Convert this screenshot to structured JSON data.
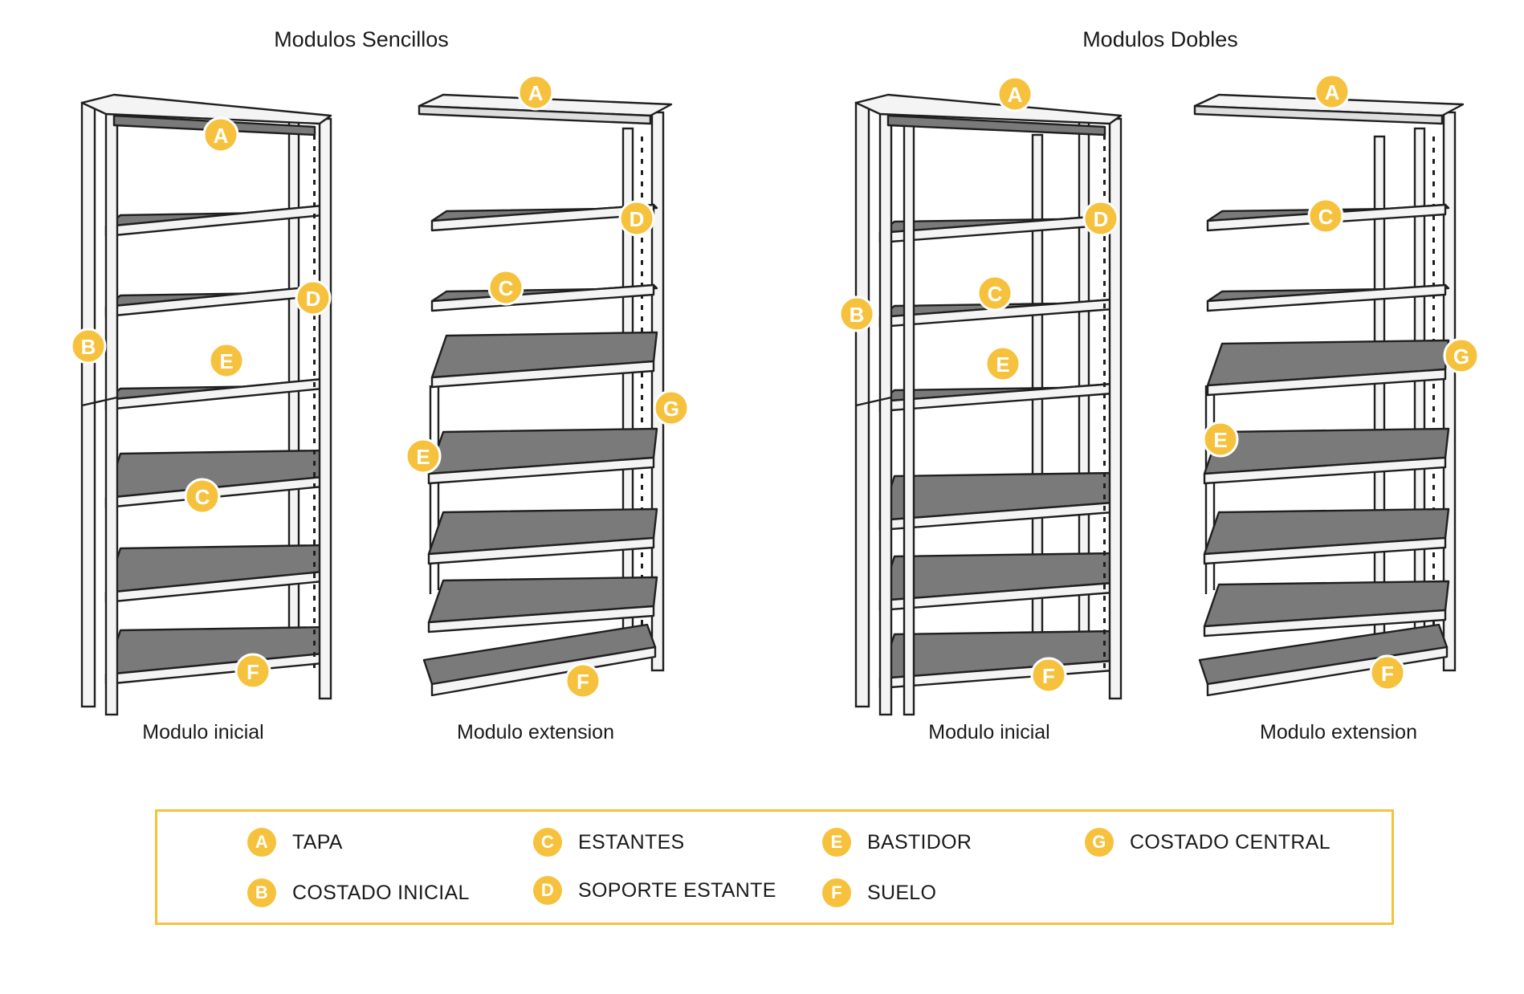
{
  "groups": {
    "sencillos": {
      "title": "Modulos Sencillos"
    },
    "dobles": {
      "title": "Modulos Dobles"
    }
  },
  "modules": {
    "sencillo_inicial": "Modulo inicial",
    "sencillo_extension": "Modulo extension",
    "doble_inicial": "Modulo inicial",
    "doble_extension": "Modulo extension"
  },
  "badges": [
    "A",
    "B",
    "C",
    "D",
    "E",
    "F",
    "G"
  ],
  "legend": [
    {
      "letter": "A",
      "label": "TAPA"
    },
    {
      "letter": "B",
      "label": "COSTADO INICIAL"
    },
    {
      "letter": "C",
      "label": "ESTANTES"
    },
    {
      "letter": "D",
      "label": "SOPORTE ESTANTE"
    },
    {
      "letter": "E",
      "label": "BASTIDOR"
    },
    {
      "letter": "F",
      "label": "SUELO"
    },
    {
      "letter": "G",
      "label": "COSTADO CENTRAL"
    }
  ],
  "colors": {
    "accent": "#f6c23e",
    "shelf_fill": "#7a7a7a",
    "frame": "#f4f4f4",
    "outline": "#1f1f1f"
  }
}
